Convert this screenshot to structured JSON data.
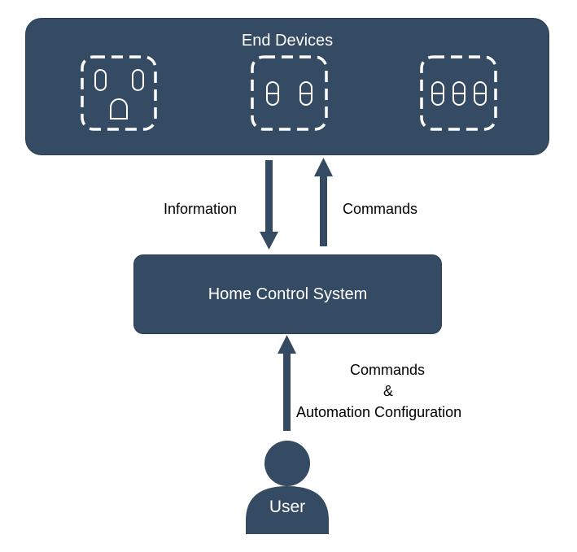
{
  "end_devices": {
    "title": "End Devices"
  },
  "arrows": {
    "information_label": "Information",
    "commands_label": "Commands",
    "user_commands_label": "Commands",
    "user_and_label": "&",
    "user_automation_label": "Automation Configuration"
  },
  "home_control_system": {
    "title": "Home Control System"
  },
  "user": {
    "label": "User"
  },
  "colors": {
    "node_fill": "#354a63",
    "outline": "#ffffff",
    "text_dark": "#000000"
  }
}
